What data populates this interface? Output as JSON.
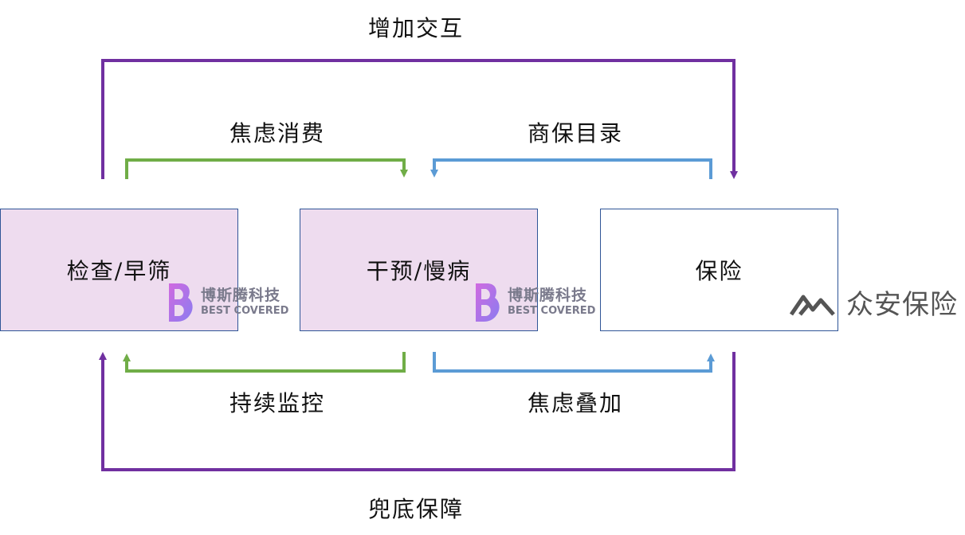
{
  "colors": {
    "purple": "#7030a0",
    "green": "#70ad47",
    "blue": "#5b9bd5",
    "box_fill": "#eedcef",
    "box_border": "#2f5597"
  },
  "top_loop": {
    "label": "增加交互"
  },
  "bottom_loop": {
    "label": "兜底保障"
  },
  "arrows": {
    "check_to_intervene": "焦虑消费",
    "insurance_to_intervene": "商保目录",
    "intervene_to_check": "持续监控",
    "intervene_to_insurance": "焦虑叠加"
  },
  "nodes": {
    "check": "检查/早筛",
    "intervene": "干预/慢病",
    "insurance": "保险"
  },
  "watermarks": {
    "best_cn": "博斯腾科技",
    "best_en": "BEST COVERED",
    "zhongan": "众安保险",
    "b_icon": "b-letter-logo-icon",
    "za_icon": "zhongan-logo-icon"
  }
}
